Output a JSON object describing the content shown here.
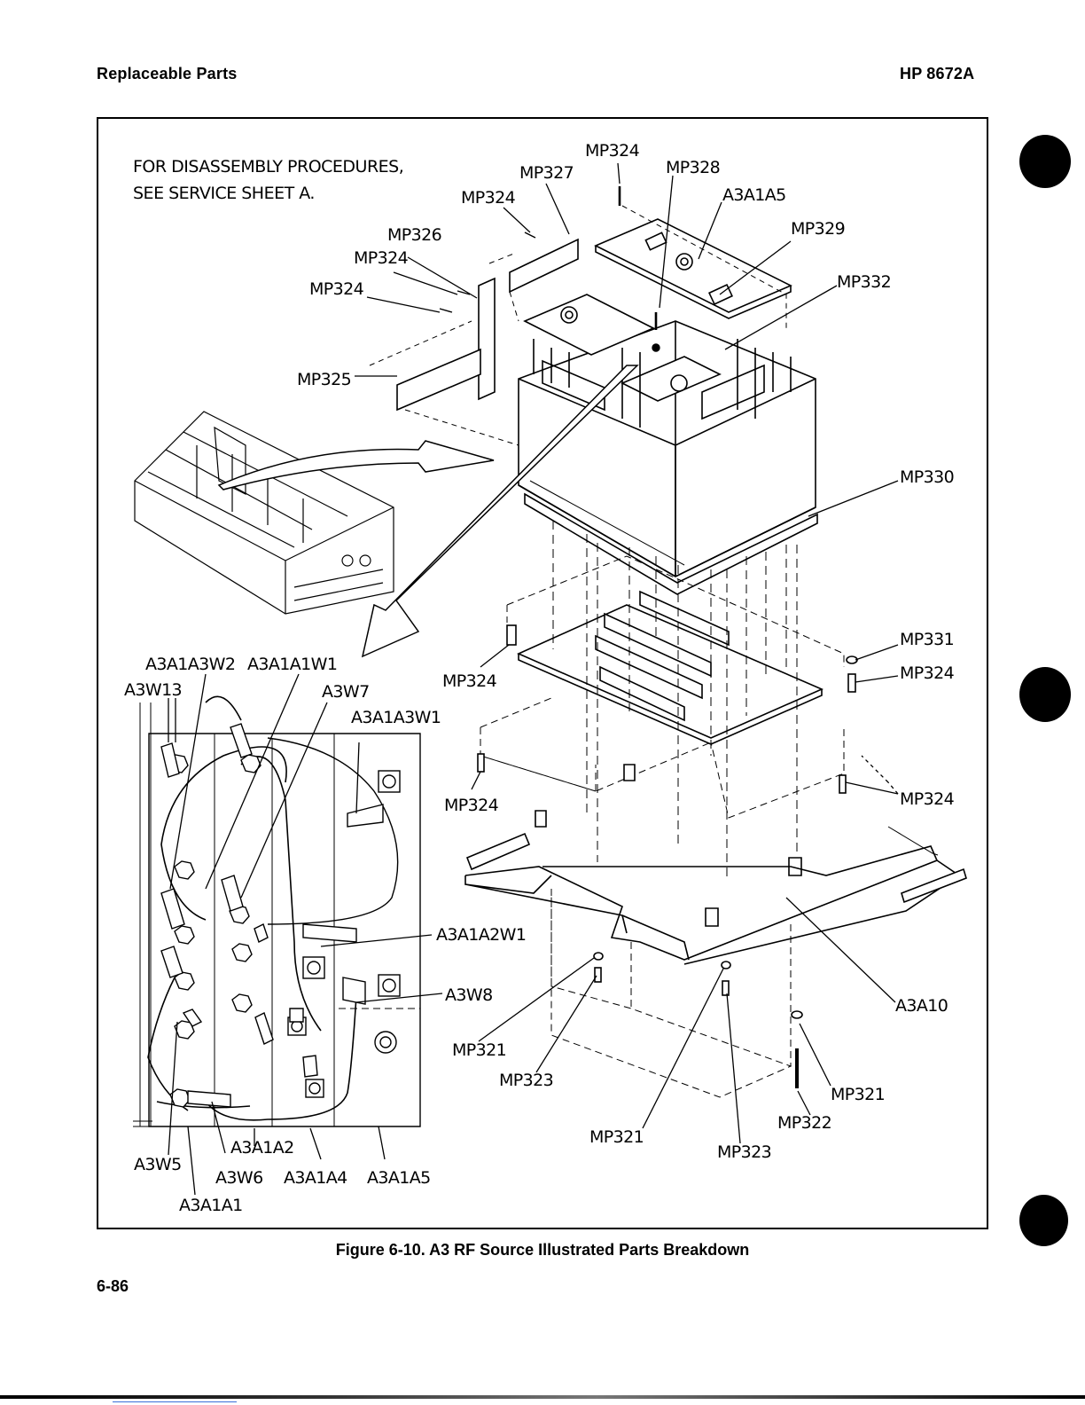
{
  "header": {
    "left": "Replaceable Parts",
    "right": "HP 8672A"
  },
  "note": {
    "line1": "FOR DISASSEMBLY PROCEDURES,",
    "line2": "SEE SERVICE SHEET A."
  },
  "labels": {
    "mp324_top": "MP324",
    "mp327": "MP327",
    "mp328": "MP328",
    "mp324_b": "MP324",
    "a3a1a5_top": "A3A1A5",
    "mp326": "MP326",
    "mp329": "MP329",
    "mp324_c": "MP324",
    "mp332": "MP332",
    "mp324_d": "MP324",
    "mp325": "MP325",
    "mp330": "MP330",
    "mp331": "MP331",
    "mp324_e": "MP324",
    "mp324_f": "MP324",
    "mp324_g": "MP324",
    "mp324_h": "MP324",
    "a3a1a3w2": "A3A1A3W2",
    "a3a1a1w1": "A3A1A1W1",
    "a3w13": "A3W13",
    "a3w7": "A3W7",
    "a3a1a3w1": "A3A1A3W1",
    "a3a1a2w1": "A3A1A2W1",
    "a3w8": "A3W8",
    "a3a10": "A3A10",
    "mp321_a": "MP321",
    "mp323_a": "MP323",
    "mp321_b": "MP321",
    "mp322": "MP322",
    "mp321_c": "MP321",
    "mp323_b": "MP323",
    "a3a1a2": "A3A1A2",
    "a3w5": "A3W5",
    "a3w6": "A3W6",
    "a3a1a4": "A3A1A4",
    "a3a1a5_bot": "A3A1A5",
    "a3a1a1": "A3A1A1"
  },
  "caption": "Figure 6-10. A3 RF Source Illustrated Parts Breakdown",
  "page_number": "6-86"
}
